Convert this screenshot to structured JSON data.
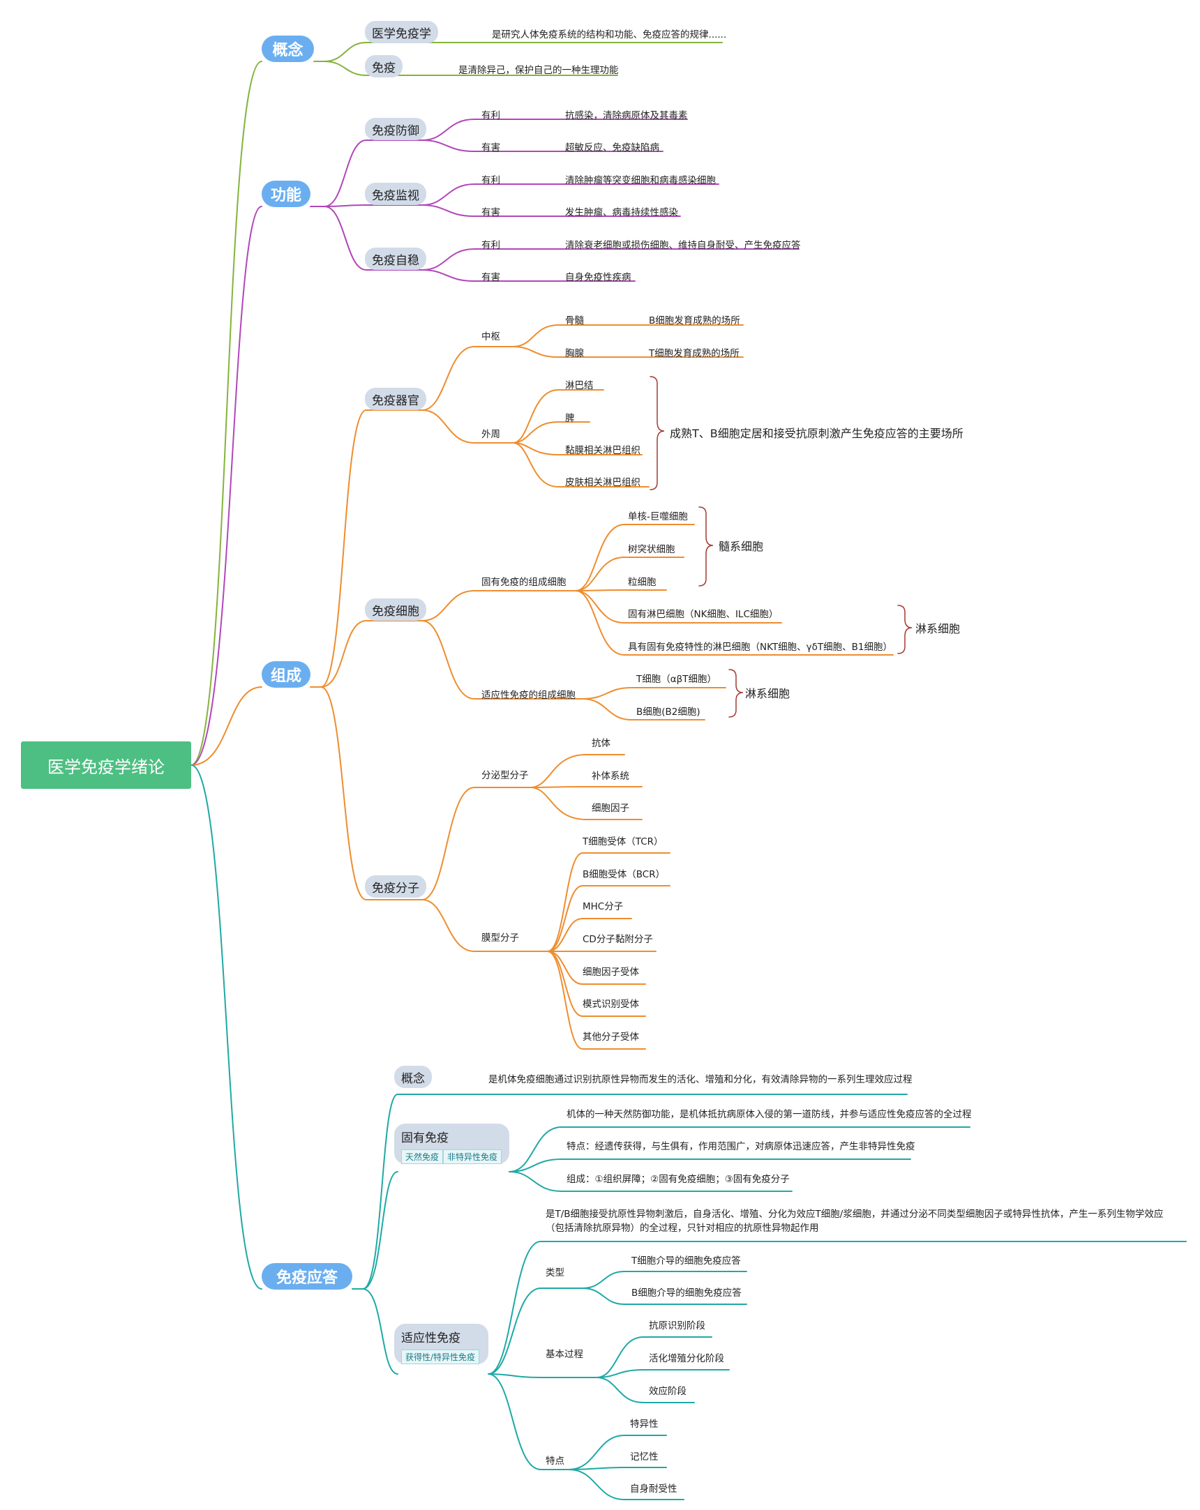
{
  "root": "医学免疫学绪论",
  "concept": {
    "title": "概念",
    "items": [
      {
        "name": "医学免疫学",
        "desc": "是研究人体免疫系统的结构和功能、免疫应答的规律......"
      },
      {
        "name": "免疫",
        "desc": "是清除异己，保护自己的一种生理功能"
      }
    ]
  },
  "function": {
    "title": "功能",
    "items": [
      {
        "name": "免疫防御",
        "good_label": "有利",
        "good": "抗感染，清除病原体及其毒素",
        "bad_label": "有害",
        "bad": "超敏反应、免疫缺陷病"
      },
      {
        "name": "免疫监视",
        "good_label": "有利",
        "good": "清除肿瘤等突变细胞和病毒感染细胞",
        "bad_label": "有害",
        "bad": "发生肿瘤、病毒持续性感染"
      },
      {
        "name": "免疫自稳",
        "good_label": "有利",
        "good": "清除衰老细胞或损伤细胞、维持自身耐受、产生免疫应答",
        "bad_label": "有害",
        "bad": "自身免疫性疾病"
      }
    ]
  },
  "composition": {
    "title": "组成",
    "organs": {
      "name": "免疫器官",
      "central": {
        "name": "中枢",
        "items": [
          {
            "name": "骨髓",
            "desc": "B细胞发育成熟的场所"
          },
          {
            "name": "胸腺",
            "desc": "T细胞发育成熟的场所"
          }
        ]
      },
      "peripheral": {
        "name": "外周",
        "items": [
          "淋巴结",
          "脾",
          "黏膜相关淋巴组织",
          "皮肤相关淋巴组织"
        ],
        "summary": "成熟T、B细胞定居和接受抗原刺激产生免疫应答的主要场所"
      }
    },
    "cells": {
      "name": "免疫细胞",
      "innate": {
        "name": "固有免疫的组成细胞",
        "myeloid": [
          "单核-巨噬细胞",
          "树突状细胞",
          "粒细胞"
        ],
        "myeloid_label": "髓系细胞",
        "lymphoid": [
          "固有淋巴细胞（NK细胞、ILC细胞）",
          "具有固有免疫特性的淋巴细胞（NKT细胞、γδT细胞、B1细胞）"
        ],
        "lymphoid_label": "淋系细胞"
      },
      "adaptive": {
        "name": "适应性免疫的组成细胞",
        "items": [
          "T细胞（αβT细胞）",
          "B细胞(B2细胞)"
        ],
        "label": "淋系细胞"
      }
    },
    "molecules": {
      "name": "免疫分子",
      "secreted": {
        "name": "分泌型分子",
        "items": [
          "抗体",
          "补体系统",
          "细胞因子"
        ]
      },
      "membrane": {
        "name": "膜型分子",
        "items": [
          "T细胞受体（TCR）",
          "B细胞受体（BCR）",
          "MHC分子",
          "CD分子黏附分子",
          "细胞因子受体",
          "模式识别受体",
          "其他分子受体"
        ]
      }
    }
  },
  "response": {
    "title": "免疫应答",
    "concept": {
      "name": "概念",
      "desc": "是机体免疫细胞通过识别抗原性异物而发生的活化、增殖和分化，有效清除异物的一系列生理效应过程"
    },
    "innate": {
      "name": "固有免疫",
      "tags": [
        "天然免疫",
        "非特异性免疫"
      ],
      "items": [
        "机体的一种天然防御功能，是机体抵抗病原体入侵的第一道防线，并参与适应性免疫应答的全过程",
        "特点：经遗传获得，与生俱有，作用范围广，对病原体迅速应答，产生非特异性免疫",
        "组成：①组织屏障；②固有免疫细胞；③固有免疫分子"
      ]
    },
    "adaptive": {
      "name": "适应性免疫",
      "tags": [
        "获得性/特异性免疫"
      ],
      "desc": "是T/B细胞接受抗原性异物刺激后，自身活化、增殖、分化为效应T细胞/浆细胞，并通过分泌不同类型细胞因子或特异性抗体，产生一系列生物学效应（包括清除抗原异物）的全过程，只针对相应的抗原性异物起作用",
      "types": {
        "name": "类型",
        "items": [
          "T细胞介导的细胞免疫应答",
          "B细胞介导的细胞免疫应答"
        ]
      },
      "process": {
        "name": "基本过程",
        "items": [
          "抗原识别阶段",
          "活化增殖分化阶段",
          "效应阶段"
        ]
      },
      "features": {
        "name": "特点",
        "items": [
          "特异性",
          "记忆性",
          "自身耐受性"
        ]
      }
    }
  },
  "colors": {
    "concept": "#84b33c",
    "function": "#b146b9",
    "composition": "#ee8d2e",
    "response": "#1ea9a5",
    "root": "#4dbf82",
    "main_pill": "#6aaef0",
    "sub_pill": "#d2dbe8",
    "brace": "#a33a32"
  }
}
